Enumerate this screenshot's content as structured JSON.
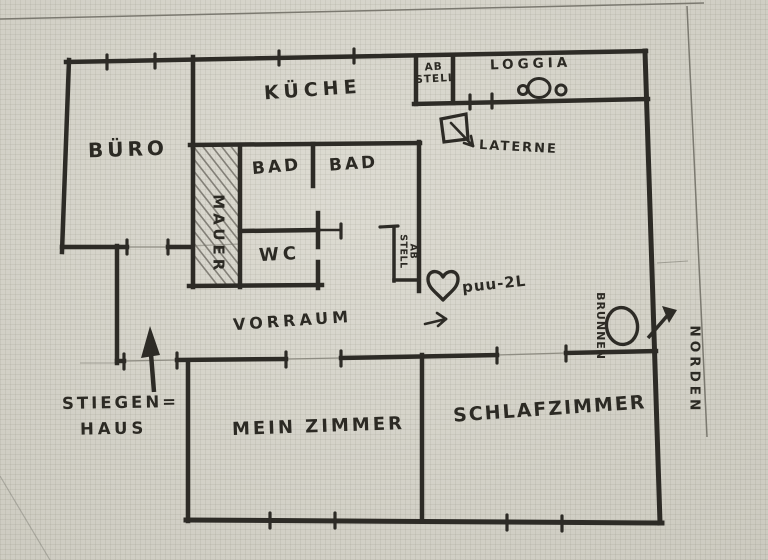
{
  "palette": {
    "paper": "#d9d7cd",
    "ink": "#2d2b26",
    "pencil": "#8f8d83"
  },
  "rooms": {
    "buero": {
      "label": "BÜRO"
    },
    "kueche": {
      "label": "KÜCHE"
    },
    "abstell_top": {
      "line1": "AB",
      "line2": "STELL"
    },
    "loggia": {
      "label": "LOGGIA"
    },
    "bad_left": {
      "label": "BAD"
    },
    "bad_right": {
      "label": "BAD"
    },
    "wc": {
      "label": "WC"
    },
    "abstell_niche": {
      "line1": "AB",
      "line2": "STELL"
    },
    "vorraum": {
      "label": "VORRAUM"
    },
    "mein_zimmer": {
      "label": "MEIN ZIMMER"
    },
    "schlafzimmer": {
      "label": "SCHLAFZIMMER"
    }
  },
  "annotations": {
    "mauer": {
      "label": "MAUER"
    },
    "laterne": {
      "label": "LATERNE"
    },
    "heart_note": {
      "label": "puu-2L"
    },
    "brunnen": {
      "label": "BRUNNEN"
    },
    "norden": {
      "label": "NORDEN"
    },
    "stiegenhaus": {
      "line1": "STIEGEN=",
      "line2": "HAUS"
    }
  },
  "symbols": {
    "heart": "♡",
    "north_arrow": "↗",
    "entrance_arrow": "↑",
    "laterne_arrow": "↘",
    "direction_arrow": "→",
    "well": "◯",
    "loggia_ornament": "oOo",
    "lantern": "▢"
  }
}
